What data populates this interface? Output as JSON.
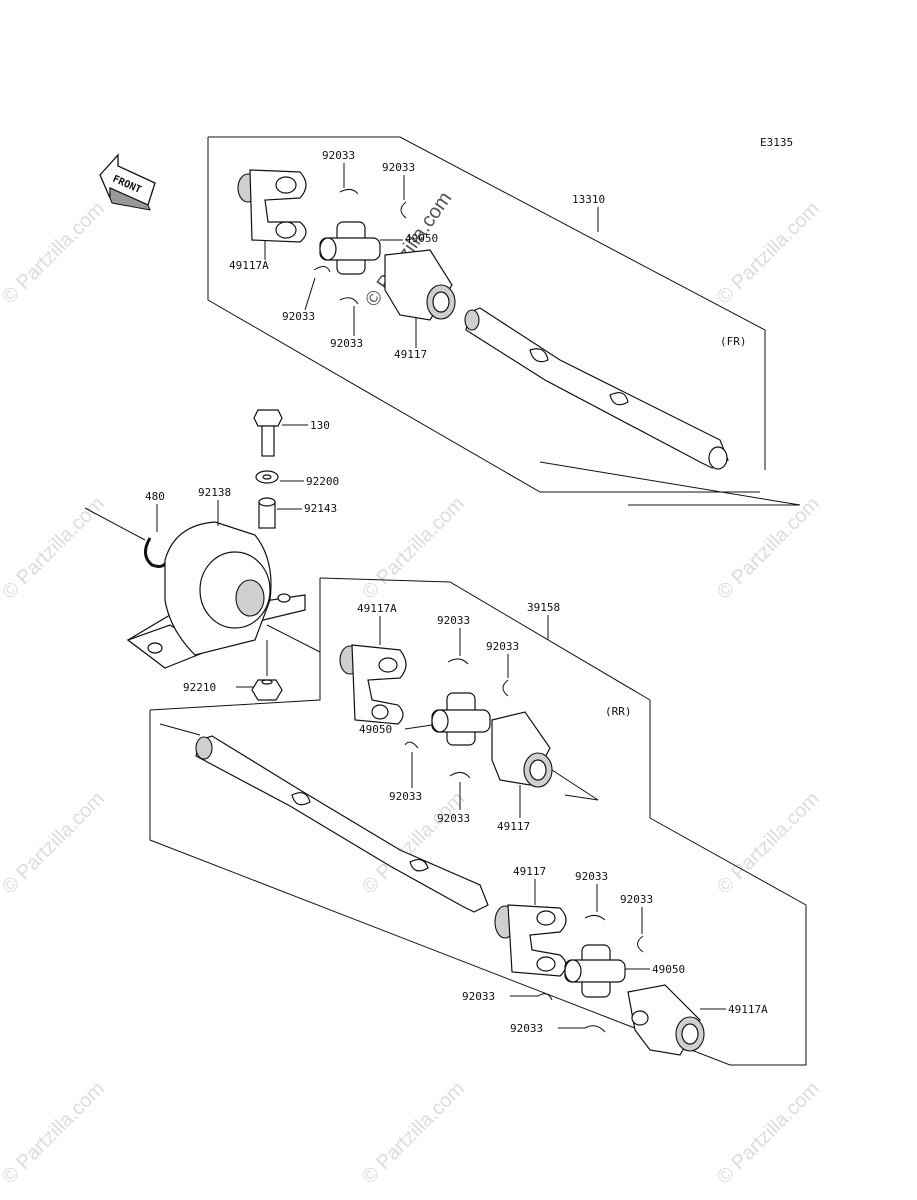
{
  "diagram_code": "E3135",
  "front_label": "FRONT",
  "section_fr": "(FR)",
  "section_rr": "(RR)",
  "watermark": "© Partzilla.com",
  "labels": {
    "p13310": "13310",
    "p92033_a": "92033",
    "p92033_b": "92033",
    "p49117A_a": "49117A",
    "p49050_a": "49050",
    "p92033_c": "92033",
    "p92033_d": "92033",
    "p49117_a": "49117",
    "p130": "130",
    "p92200": "92200",
    "p480": "480",
    "p92138": "92138",
    "p92143": "92143",
    "p92210": "92210",
    "p39158": "39158",
    "p49117A_b": "49117A",
    "p92033_e": "92033",
    "p92033_f": "92033",
    "p49050_b": "49050",
    "p92033_g": "92033",
    "p92033_h": "92033",
    "p49117_b": "49117",
    "p49117_c": "49117",
    "p92033_i": "92033",
    "p92033_j": "92033",
    "p49050_c": "49050",
    "p92033_k": "92033",
    "p49117A_c": "49117A",
    "p92033_l": "92033"
  }
}
